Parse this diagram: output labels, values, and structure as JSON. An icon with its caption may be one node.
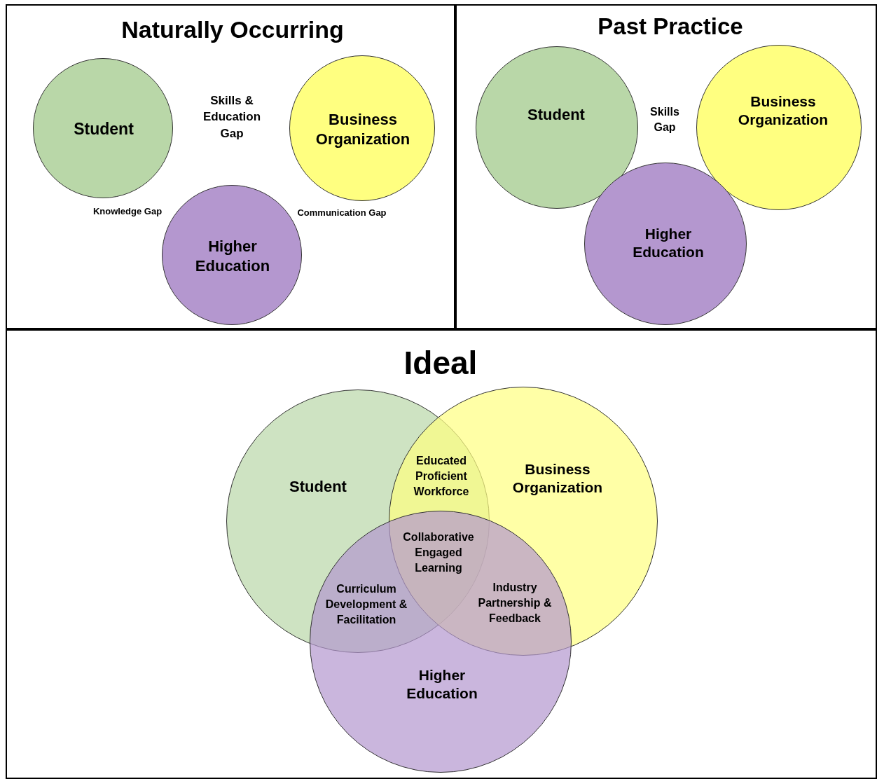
{
  "diagram": {
    "nodes": [
      {
        "text": [
          "Naturally Occurring"
        ]
      },
      {
        "text": [
          "Student"
        ],
        "in": 0
      },
      {
        "text": [
          "Business Organization"
        ],
        "in": 0
      },
      {
        "text": [
          "Higher Education"
        ],
        "in": 0
      },
      {
        "text": [
          "Past Practice"
        ]
      },
      {
        "text": [
          "Student"
        ],
        "in": 4
      },
      {
        "text": [
          "Business Organization"
        ],
        "in": 4
      },
      {
        "text": [
          "Higher Education"
        ],
        "in": 4
      },
      {
        "text": [
          "Ideal"
        ]
      },
      {
        "text": [
          "Student"
        ],
        "in": 8
      },
      {
        "text": [
          "Business Organization"
        ],
        "in": 8
      },
      {
        "text": [
          "Higher Education"
        ],
        "in": 8
      }
    ],
    "labels": [
      "Skills & Education Gap",
      "Knowledge Gap",
      "Communication Gap",
      "Skills Gap",
      "Educated Proficient Workforce",
      "Collaborative Engaged Learning",
      "Curriculum Development & Facilitation",
      "Industry Partnership & Feedback"
    ]
  }
}
